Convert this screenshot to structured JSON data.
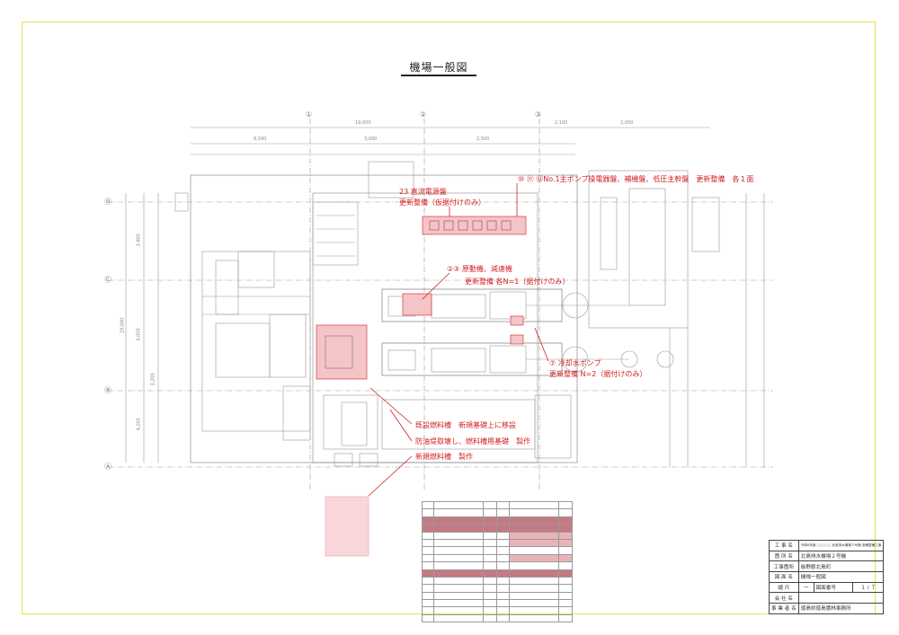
{
  "drawing": {
    "title": "機場一般図",
    "grid_labels": [
      "①",
      "②",
      "③",
      "Ⓐ",
      "Ⓑ",
      "Ⓒ",
      "Ⓓ"
    ],
    "dims_top": [
      "19,000",
      "2,100",
      "2,050",
      "8,500",
      "3,000",
      "2,500"
    ],
    "dims_left": [
      "19,000",
      "3,400",
      "4,000",
      "4,200",
      "3,200"
    ]
  },
  "annotations": [
    {
      "lines": [
        "23 直流電源盤",
        "更新整備（仮据付けのみ）"
      ]
    },
    {
      "lines": [
        "⑩ ⑪ ⑫No.1主ポンプ操電器盤、補機盤、低圧主幹盤　更新整備　各１面"
      ]
    },
    {
      "lines": [
        "②③ 原動機、減速機",
        "更新整備 各N=1（据付けのみ）"
      ]
    },
    {
      "lines": [
        "⑦ 冷却水ポンプ",
        "更新整備 N=2（据付けのみ）"
      ]
    },
    {
      "lines": [
        "既設燃料槽　新規基礎上に移設",
        "防油堤取壊し、燃料槽用基礎　製作",
        "新規燃料槽　製作"
      ]
    }
  ],
  "title_block": {
    "rows": [
      {
        "key": "工 事 名",
        "value": "令和6年度 ○○○○○ 北島排水機場２号機 設備整備工事"
      },
      {
        "key": "箇 所 名",
        "value": "北島排水機場２号機"
      },
      {
        "key": "工事箇所",
        "value": "板野郡北島町"
      },
      {
        "key": "図 面 名",
        "value": "機場一般図"
      },
      {
        "key": "縮 尺",
        "value": "一",
        "key2": "図面番号",
        "value2": "１ / ７"
      },
      {
        "key": "会 社 名",
        "value": ""
      },
      {
        "key": "事 業 者 名",
        "value": "徳島県徳島農林事務所"
      }
    ]
  }
}
